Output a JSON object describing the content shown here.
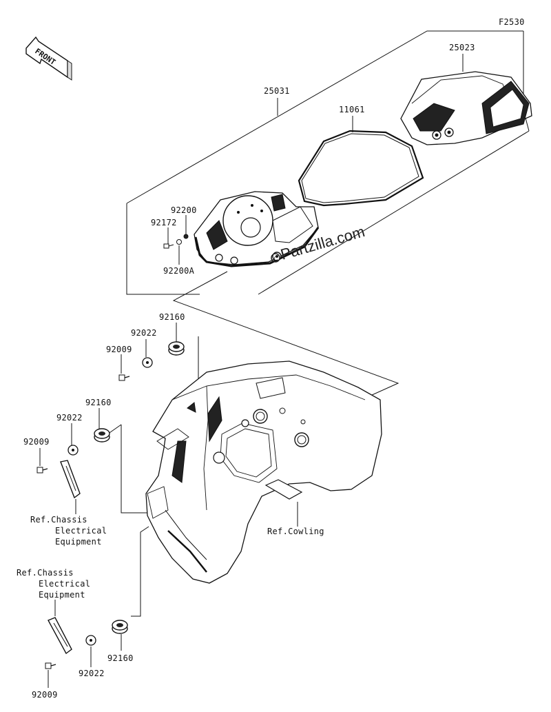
{
  "figure_code": "F2530",
  "front_arrow": "FRONT",
  "watermark": "Partzilla.com",
  "parts": {
    "p25023": "25023",
    "p25031": "25031",
    "p11061": "11061",
    "p92200": "92200",
    "p92172": "92172",
    "p92200A": "92200A",
    "p92160_a": "92160",
    "p92022_a": "92022",
    "p92009_a": "92009",
    "p92160_b": "92160",
    "p92022_b": "92022",
    "p92009_b": "92009",
    "p92160_c": "92160",
    "p92022_c": "92022",
    "p92009_c": "92009"
  },
  "refs": {
    "chassis_1": [
      "Ref.Chassis",
      "Electrical",
      "Equipment"
    ],
    "cowling": "Ref.Cowling",
    "chassis_2": [
      "Ref.Chassis",
      "Electrical",
      "Equipment"
    ]
  }
}
